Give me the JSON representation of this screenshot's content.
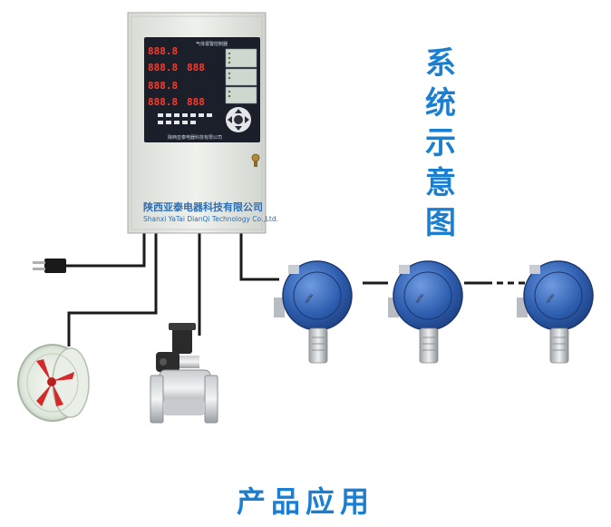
{
  "side_title": [
    "系",
    "统",
    "示",
    "意",
    "图"
  ],
  "bottom_title": "产品应用",
  "controller": {
    "brand_cn": "陕西亚泰电器科技有限公司",
    "brand_en": "Shanxi YaTai DianQi Technology Co.,Ltd.",
    "panel_title": "气体报警控制器",
    "panel_footer": "陕西亚泰电器科技有限公司",
    "digits": [
      "888.8",
      "888.8",
      "888",
      "888.8",
      "888.8",
      "888"
    ]
  },
  "detector_badge": "YATAI",
  "colors": {
    "title_blue": "#1a7fd0",
    "cabinet": "#e9ebe6",
    "panel": "#1b1f2a",
    "led": "#ff3a2a",
    "detector_blue": "#2f5fb0",
    "cable": "#1b1b1b"
  }
}
